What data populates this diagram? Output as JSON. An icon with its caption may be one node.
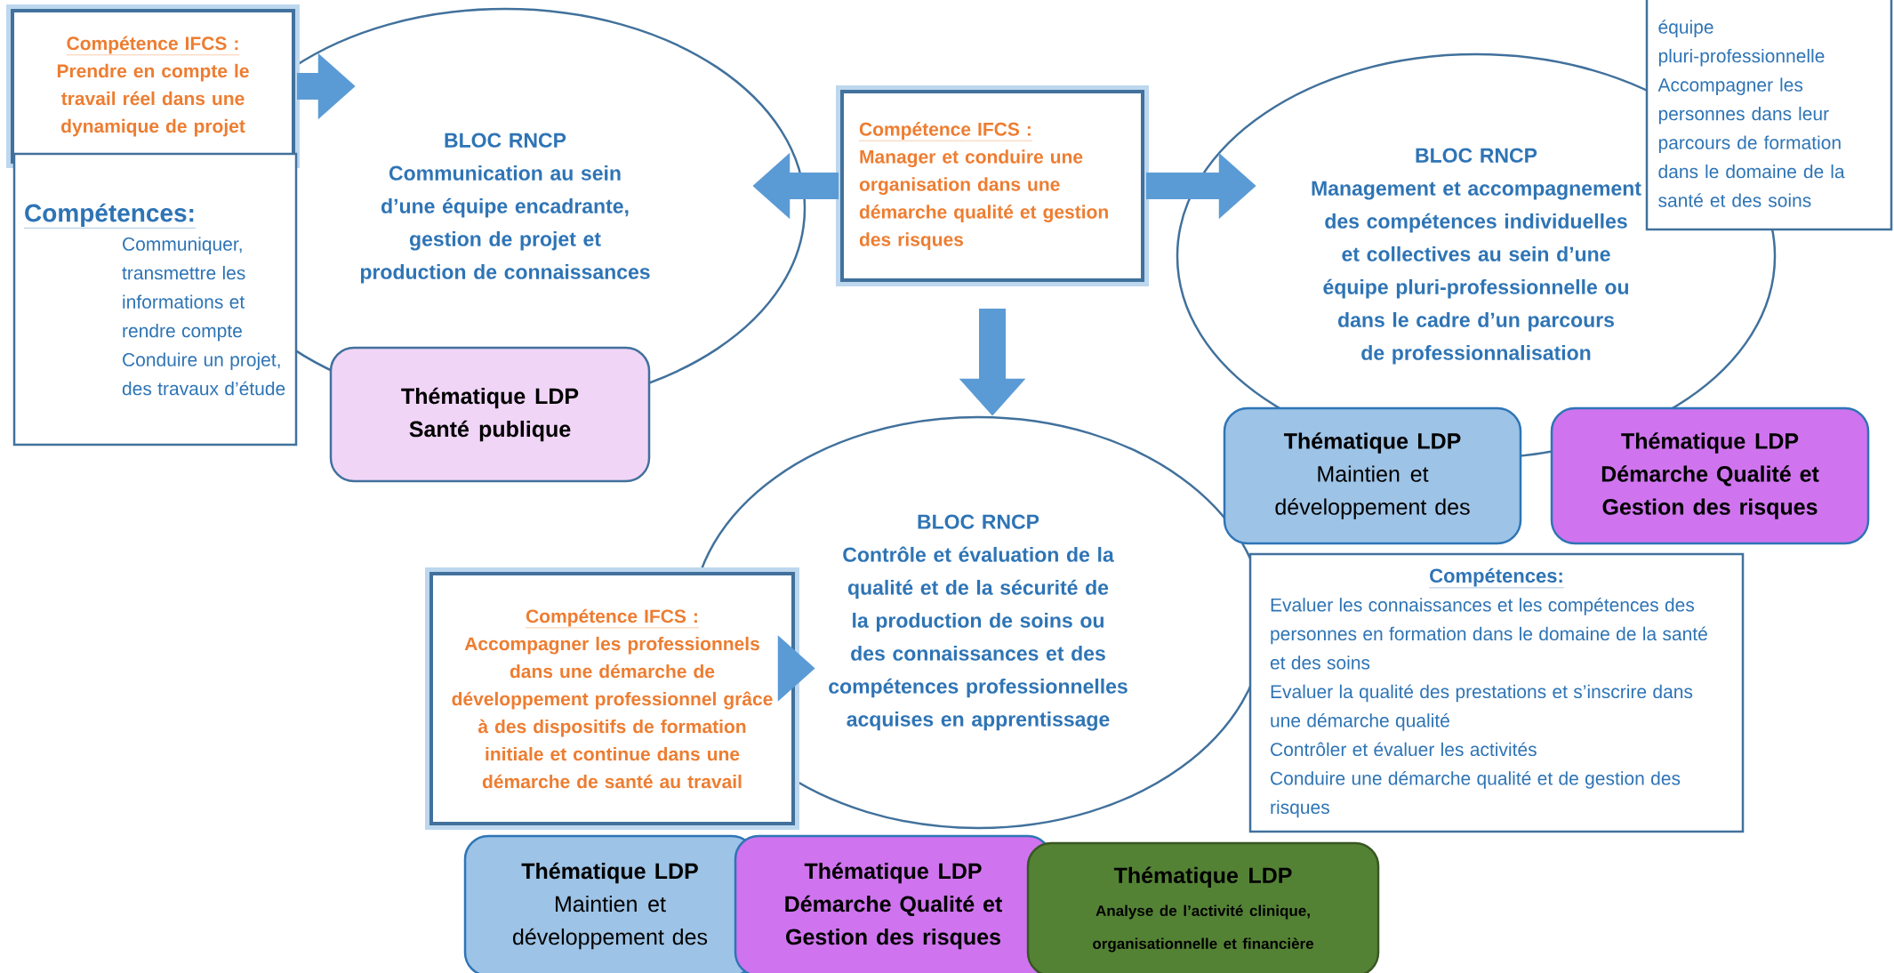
{
  "diagram": {
    "nodes": [
      {
        "text": [
          "Compétence IFCS :",
          "Prendre en compte le travail réel dans une dynamique de projet"
        ]
      },
      {
        "text": [
          "BLOC RNCP",
          "Communication au sein d’une équipe encadrante, gestion de projet et production de connaissances"
        ]
      },
      {
        "text": [
          "Compétences:",
          "Communiquer, transmettre les informations et rendre compte",
          "Conduire un projet, des travaux d’étude"
        ]
      },
      {
        "text": [
          "Thématique LDP",
          "Santé publique"
        ]
      },
      {
        "text": [
          "Compétence IFCS :",
          "Manager et conduire une organisation dans une démarche qualité et gestion des risques"
        ]
      },
      {
        "text": [
          "BLOC RNCP",
          "Management et accompagnement des compétences individuelles et collectives au sein d’une équipe pluri-professionnelle ou dans le cadre d’un parcours de professionnalisation"
        ]
      },
      {
        "text": [
          "équipe pluri-professionnelle",
          "Accompagner les personnes dans leur parcours de formation dans le domaine de la santé et des soins"
        ]
      },
      {
        "text": [
          "Thématique LDP",
          "Maintien et développement des"
        ]
      },
      {
        "text": [
          "Thématique LDP",
          "Démarche Qualité et Gestion des risques"
        ]
      },
      {
        "text": [
          "BLOC RNCP",
          "Contrôle et évaluation de la qualité et de la sécurité de la production de soins ou des connaissances et des compétences professionnelles acquises en apprentissage"
        ]
      },
      {
        "text": [
          "Compétences:",
          "Evaluer les connaissances et les compétences des personnes en formation dans le domaine de la santé et des soins",
          "Evaluer la qualité des prestations et s’inscrire dans une démarche qualité",
          "Contrôler et évaluer les activités",
          "Conduire une démarche qualité et de gestion des risques"
        ]
      },
      {
        "text": [
          "Compétence IFCS :",
          "Accompagner les professionnels dans une démarche de développement professionnel grâce à des dispositifs de formation initiale et continue dans une démarche de santé au travail"
        ]
      },
      {
        "text": [
          "Thématique LDP",
          "Maintien et développement des"
        ]
      },
      {
        "text": [
          "Thématique LDP",
          "Démarche Qualité et Gestion des risques"
        ]
      },
      {
        "text": [
          "Thématique LDP",
          "Analyse de l’activité clinique, organisationnelle et financière"
        ]
      }
    ],
    "edges": [
      {
        "from": 0,
        "to": 1,
        "arrow": "to"
      },
      {
        "from": 4,
        "to": 1,
        "arrow": "to"
      },
      {
        "from": 4,
        "to": 5,
        "arrow": "to"
      },
      {
        "from": 4,
        "to": 9,
        "arrow": "to"
      },
      {
        "from": 11,
        "to": 9,
        "arrow": "to"
      }
    ]
  }
}
